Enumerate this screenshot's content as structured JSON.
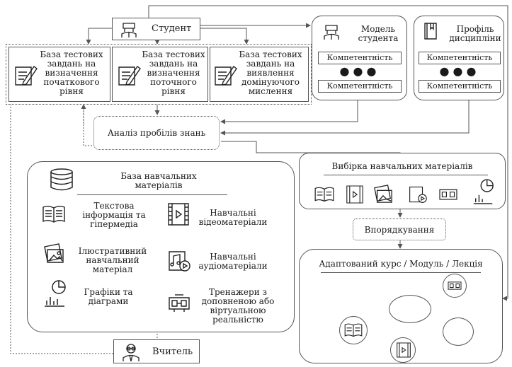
{
  "student": {
    "label": "Студент",
    "icon": "student-icon"
  },
  "tests": [
    {
      "label": "База тестових завдань на визначення початкового рівня",
      "icon": "test-sheet-icon"
    },
    {
      "label": "База тестових завдань на визначення поточного рівня",
      "icon": "test-sheet-icon"
    },
    {
      "label": "База тестових завдань на виявлення домінуючого мислення",
      "icon": "test-sheet-icon"
    }
  ],
  "student_model": {
    "title": "Модель студента",
    "comp1": "Компетентність",
    "dots": "●●●",
    "comp2": "Компетентність",
    "icon": "student-icon"
  },
  "discipline_profile": {
    "title": "Профіль дисципліни",
    "comp1": "Компетентність",
    "dots": "●●●",
    "comp2": "Компетентність",
    "icon": "book-icon"
  },
  "analysis": {
    "label": "Аналіз пробілів знань"
  },
  "materials_base": {
    "title": "База навчальних матеріалів",
    "icon": "database-icon",
    "left": [
      {
        "label": "Текстова інформація та гіпермедіа",
        "icon": "open-book-icon"
      },
      {
        "label": "Ілюстративний навчальний матеріал",
        "icon": "images-icon"
      },
      {
        "label": "Графіки та діаграми",
        "icon": "chart-icon"
      }
    ],
    "right": [
      {
        "label": "Навчальні відеоматеріали",
        "icon": "film-icon"
      },
      {
        "label": "Навчальні аудіоматеріали",
        "icon": "audio-icon"
      },
      {
        "label": "Тренажери з доповненою або віртуальною реальністю",
        "icon": "vr-icon"
      }
    ]
  },
  "selection": {
    "title": "Вибірка навчальних матеріалів"
  },
  "ordering": {
    "label": "Впорядкування"
  },
  "adaptive": {
    "title": "Адаптований курс / Модуль / Лекція"
  },
  "teacher": {
    "label": "Вчитель",
    "icon": "teacher-icon"
  },
  "colors": {
    "line": "#555555",
    "ink": "#1a1a1a",
    "background": "#ffffff"
  }
}
